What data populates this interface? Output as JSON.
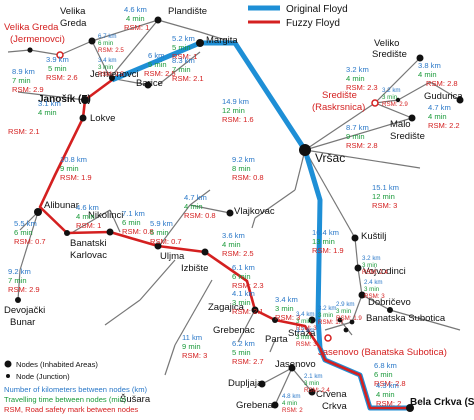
{
  "legend": {
    "original": {
      "label": "Original Floyd",
      "color": "#1e8fd6"
    },
    "fuzzy": {
      "label": "Fuzzy Floyd",
      "color": "#d42020"
    },
    "nodes_inhabited": "Nodes (Inhabited Areas)",
    "nodes_junction": "Node (Junction)",
    "km_text": "Number of kilometers between nodes (km)",
    "min_text": "Travelling time between nodes (min)",
    "rsm_text": "RSM, Road safety mark between nodes"
  },
  "places": [
    {
      "id": "velika_greda",
      "label": "Velika",
      "line2": "Greda",
      "color": "black"
    },
    {
      "id": "plandiste",
      "label": "Plandište",
      "color": "black"
    },
    {
      "id": "velika_greda_j",
      "label": "Velika Greda",
      "line2": "(Jermenovci)",
      "color": "red"
    },
    {
      "id": "margita",
      "label": "Margita",
      "color": "black"
    },
    {
      "id": "jermenovci",
      "label": "Jermenovci",
      "color": "black"
    },
    {
      "id": "barice",
      "label": "Barice",
      "color": "black"
    },
    {
      "id": "janosik",
      "label": "Janošík (F)",
      "color": "black",
      "bold": true
    },
    {
      "id": "lokve",
      "label": "Lokve",
      "color": "black"
    },
    {
      "id": "vrsac",
      "label": "Vršac",
      "color": "black",
      "big": true
    },
    {
      "id": "veliko_srediste",
      "label": "Veliko",
      "line2": "Središte",
      "color": "black"
    },
    {
      "id": "gudurica",
      "label": "Gudurica",
      "color": "black"
    },
    {
      "id": "srediste_r",
      "label": "Središte",
      "line2": "(Raskrsnica)",
      "color": "red"
    },
    {
      "id": "malo_srediste",
      "label": "Malo",
      "line2": "Središte",
      "color": "black"
    },
    {
      "id": "alibunar",
      "label": "Alibunar",
      "color": "black"
    },
    {
      "id": "nikolinci",
      "label": "Nikolinci",
      "color": "black"
    },
    {
      "id": "vlajkovac",
      "label": "Vlajkovac",
      "color": "black"
    },
    {
      "id": "banatski_karlovac",
      "label": "Banatski",
      "line2": "Karlovac",
      "color": "black"
    },
    {
      "id": "uljma",
      "label": "Uljma",
      "color": "black"
    },
    {
      "id": "kustilj",
      "label": "Kuštilj",
      "color": "black"
    },
    {
      "id": "vojvodinci",
      "label": "Vojvodinci",
      "color": "black"
    },
    {
      "id": "izbiste",
      "label": "Izbište",
      "color": "black"
    },
    {
      "id": "dobricevo",
      "label": "Dobričevo",
      "color": "black"
    },
    {
      "id": "banatska_subotica",
      "label": "Banatska Subotica",
      "color": "black"
    },
    {
      "id": "devojacki_bunar",
      "label": "Devojački",
      "line2": "Bunar",
      "color": "black"
    },
    {
      "id": "zagajica",
      "label": "Zagajica",
      "color": "black"
    },
    {
      "id": "straza",
      "label": "Straža",
      "color": "black"
    },
    {
      "id": "grebenac",
      "label": "Grebenac",
      "color": "black"
    },
    {
      "id": "parta",
      "label": "Parta",
      "color": "black"
    },
    {
      "id": "jasenovo_bs",
      "label": "Jasenovo (Banatska Subotica)",
      "color": "red"
    },
    {
      "id": "susara",
      "label": "Šušara",
      "color": "black"
    },
    {
      "id": "jasenovo",
      "label": "Jasenovo",
      "color": "black"
    },
    {
      "id": "dupljaja",
      "label": "Dupljaja",
      "color": "black"
    },
    {
      "id": "grebenac2",
      "label": "Grebenac",
      "color": "black"
    },
    {
      "id": "crvena_crkva",
      "label": "Crvena",
      "line2": "Crkva",
      "color": "black"
    },
    {
      "id": "bela_crkva",
      "label": "Bela Crkva (S)",
      "color": "black",
      "bold": true
    }
  ],
  "edge_labels": [
    {
      "id": "e1",
      "km": "4.6 km",
      "min": "4 min",
      "rsm": "RSM: 1"
    },
    {
      "id": "e2",
      "km": "6.7 km",
      "min": "6 min",
      "rsm": "RSM: 2.5"
    },
    {
      "id": "e3",
      "km": "3.4 km",
      "min": "3 min",
      "rsm": "RSM: 2.5"
    },
    {
      "id": "e4",
      "km": "5.2 km",
      "min": "5 min",
      "rsm": "RSM: 1"
    },
    {
      "id": "e5",
      "km": "3.9 km",
      "min": "5 min",
      "rsm": "RSM: 2.6"
    },
    {
      "id": "e6",
      "km": "8.9 km",
      "min": "7 min",
      "rsm": "RSM: 2.9"
    },
    {
      "id": "e7",
      "km": "6 km",
      "min": "5 min",
      "rsm": "RSM: 2.5"
    },
    {
      "id": "e8",
      "km": "8.3 km",
      "min": "7 min",
      "rsm": "RSM: 2.1"
    },
    {
      "id": "e9",
      "km": "3.1 km",
      "min": "4 min",
      "rsm": "RSM: 2.1"
    },
    {
      "id": "e10",
      "km": "14.9 km",
      "min": "12 min",
      "rsm": "RSM: 1.6"
    },
    {
      "id": "e11",
      "km": "10.8 km",
      "min": "9 min",
      "rsm": "RSM: 1.9"
    },
    {
      "id": "e12",
      "km": "3.2 km",
      "min": "4 min",
      "rsm": "RSM: 2.3"
    },
    {
      "id": "e13",
      "km": "3.8 km",
      "min": "4 min",
      "rsm": "RSM: 2.8"
    },
    {
      "id": "e14",
      "km": "4.7 km",
      "min": "4 min",
      "rsm": "RSM: 2.2"
    },
    {
      "id": "e15",
      "km": "8.7 km",
      "min": "9 min",
      "rsm": "RSM: 2.8"
    },
    {
      "id": "e16",
      "km": "9.2 km",
      "min": "8 min",
      "rsm": "RSM: 0.8"
    },
    {
      "id": "e17",
      "km": "15.1 km",
      "min": "12 min",
      "rsm": "RSM: 3"
    },
    {
      "id": "e18",
      "km": "4.6 km",
      "min": "4 min",
      "rsm": "RSM: 1"
    },
    {
      "id": "e19",
      "km": "7.1 km",
      "min": "6 min",
      "rsm": "RSM: 0.8"
    },
    {
      "id": "e20",
      "km": "4.7 km",
      "min": "4 min",
      "rsm": "RSM: 0.8"
    },
    {
      "id": "e21",
      "km": "5.5 km",
      "min": "6 min",
      "rsm": "RSM: 0.7"
    },
    {
      "id": "e22",
      "km": "5.9 km",
      "min": "5 min",
      "rsm": "RSM: 0.7"
    },
    {
      "id": "e23",
      "km": "3.6 km",
      "min": "4 min",
      "rsm": "RSM: 2.5"
    },
    {
      "id": "e24",
      "km": "16.4 km",
      "min": "13 min",
      "rsm": "RSM: 1.9"
    },
    {
      "id": "e25",
      "km": "9.2 km",
      "min": "7 min",
      "rsm": "RSM: 2.9"
    },
    {
      "id": "e26",
      "km": "6.1 km",
      "min": "6 min",
      "rsm": "RSM: 2.3"
    },
    {
      "id": "e27",
      "km": "4.1 km",
      "min": "3 min",
      "rsm": "RSM: 2.1"
    },
    {
      "id": "e28",
      "km": "3.4 km",
      "min": "3 min",
      "rsm": "RSM: 3"
    },
    {
      "id": "e29",
      "km": "6.2 km",
      "min": "5 min",
      "rsm": "RSM: 2.7"
    },
    {
      "id": "e30",
      "km": "11 km",
      "min": "9 min",
      "rsm": "RSM: 3"
    },
    {
      "id": "e31",
      "km": "6.8 km",
      "min": "6 min",
      "rsm": "RSM: 2.8"
    },
    {
      "id": "e32",
      "km": "4.3 km",
      "min": "4 min",
      "rsm": "RSM: 2"
    },
    {
      "id": "e33",
      "km": "2.1 km",
      "min": "3 min",
      "rsm": "RSM: 2.4"
    },
    {
      "id": "e34",
      "km": "4.8 km",
      "min": "4 min",
      "rsm": "RSM: 2"
    }
  ],
  "small_labels": [
    {
      "id": "s1",
      "km": "3.2 km",
      "min": "3 min",
      "rsm": "RSM: 2.9"
    },
    {
      "id": "s2",
      "km": "3.2 km",
      "min": "3 min",
      "rsm": "RSM: 2.4"
    },
    {
      "id": "s3",
      "km": "2.4 km",
      "min": "3 min",
      "rsm": "RSM: 3"
    },
    {
      "id": "s4",
      "km": "3.4 km",
      "min": "3 min",
      "rsm": "RSM: 3"
    },
    {
      "id": "s5",
      "km": "3.2 km",
      "min": "3 min",
      "rsm": "RSM: 1.7"
    },
    {
      "id": "s6",
      "km": "2.9 km",
      "min": "3 min",
      "rsm": "RSM: 1.9"
    },
    {
      "id": "s7",
      "km": "3.2 km",
      "min": "3 min",
      "rsm": "RSM: 3"
    }
  ]
}
